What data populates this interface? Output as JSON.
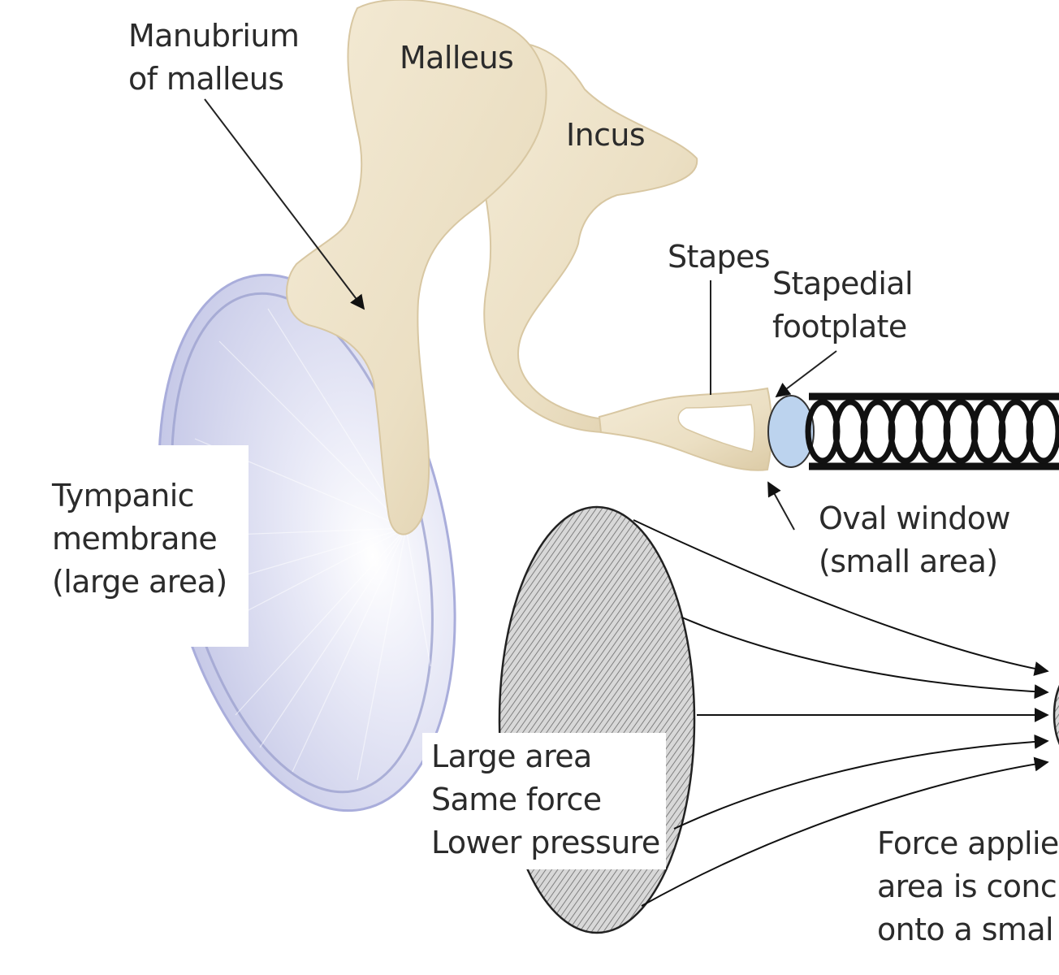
{
  "labels": {
    "manubrium": [
      "Manubrium",
      "of malleus"
    ],
    "malleus": "Malleus",
    "incus": "Incus",
    "stapes": "Stapes",
    "stapedial_footplate": [
      "Stapedial",
      "footplate"
    ],
    "tympanic_membrane": [
      "Tympanic",
      "membrane",
      "(large area)"
    ],
    "oval_window": [
      "Oval window",
      "(small area)"
    ],
    "large_area_note": [
      "Large area",
      "Same force",
      "Lower pressure"
    ],
    "force_note": [
      "Force applie",
      "area is conc",
      "onto a smal"
    ]
  },
  "colors": {
    "bone": "#eee3cb",
    "bone_shade": "#d9c9a6",
    "membrane": "#c9ccea",
    "membrane_rim": "#9da2cf",
    "oval_window_fill": "#bcd3ee",
    "spring": "#111111",
    "hatch": "#555555"
  }
}
